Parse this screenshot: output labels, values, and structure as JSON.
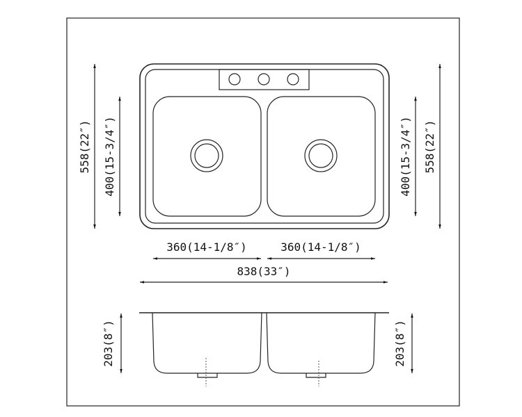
{
  "drawing": {
    "overall_width": "838(33″)",
    "bowl_width_left": "360(14-1/8″)",
    "bowl_width_right": "360(14-1/8″)",
    "overall_depth_left": "558(22″)",
    "overall_depth_right": "558(22″)",
    "bowl_depth_left": "400(15-3/4″)",
    "bowl_depth_right": "400(15-3/4″)",
    "bowl_height_left": "203(8″)",
    "bowl_height_right": "203(8″)"
  }
}
